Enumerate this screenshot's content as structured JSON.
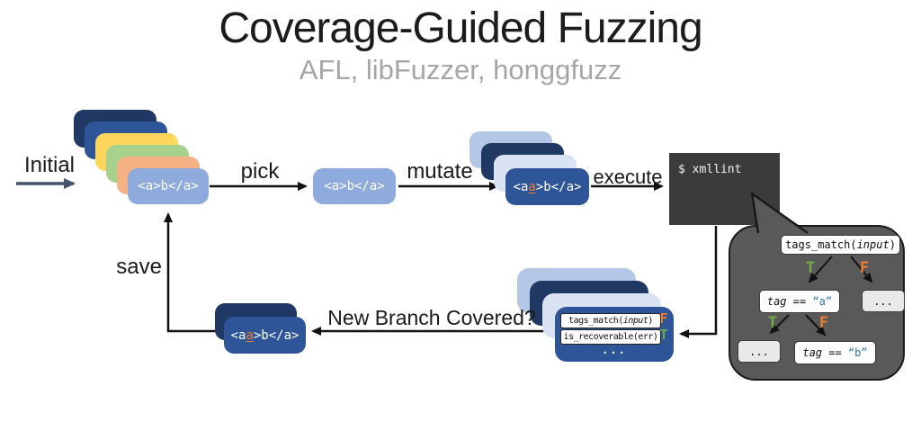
{
  "title": "Coverage-Guided Fuzzing",
  "subtitle": "AFL, libFuzzer, honggfuzz",
  "flow": {
    "initial_label": "Initial",
    "pick_label": "pick",
    "mutate_label": "mutate",
    "execute_label": "execute",
    "save_label": "save",
    "new_branch_label": "New Branch Covered?"
  },
  "cards": {
    "seed_front": "<a>b</a>",
    "picked": "<a>b</a>",
    "mutated": {
      "pre": "<a",
      "mut": "a",
      "post": ">b</a>"
    },
    "saved": {
      "pre": "<a",
      "mut": "a",
      "post": ">b</a>"
    }
  },
  "terminal": {
    "command": "$ xmllint"
  },
  "coverage": {
    "rows": [
      {
        "pre": "tags_match(",
        "arg": "input",
        "post": ")",
        "result": "F"
      },
      {
        "pre": "is_recoverable(err)",
        "arg": "",
        "post": "",
        "result": "T"
      }
    ],
    "more": "..."
  },
  "tree": {
    "t_label": "T",
    "f_label": "F",
    "root": {
      "pre": "tags_match(",
      "arg": "input",
      "post": ")"
    },
    "left": {
      "var": "tag",
      "op": " == ",
      "val": "“a”"
    },
    "right_more": "...",
    "left2_more": "...",
    "right2": {
      "var": "tag",
      "op": " == ",
      "val": "“b”"
    }
  },
  "colors": {
    "navy": "#1f3864",
    "blue": "#2e5597",
    "light-blue": "#8faadc",
    "periwinkle": "#b4c7e7",
    "pale-blue": "#dae3f3",
    "yellow": "#ffd65c",
    "green": "#a9d18e",
    "peach": "#f4b183",
    "terminal-bg": "#3b3b3b",
    "bubble-bg": "#595959",
    "true-green": "#70ad47",
    "false-orange": "#ed7d31",
    "code-blue": "#2e75b6",
    "subtitle-gray": "#a6a6a6",
    "arrow-slate": "#44546a"
  }
}
